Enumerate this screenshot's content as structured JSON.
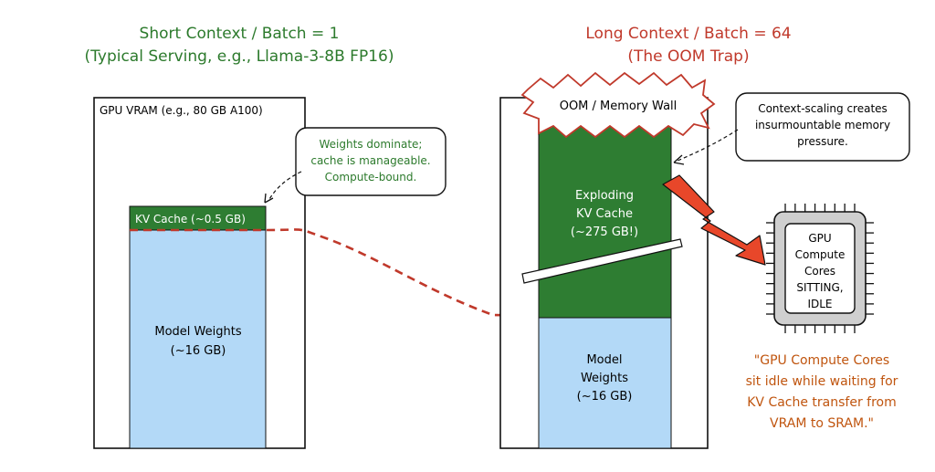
{
  "left_panel": {
    "title_line1": "Short Context / Batch = 1",
    "title_line2": "(Typical Serving, e.g., Llama-3-8B FP16)",
    "vram_label": "GPU VRAM (e.g., 80 GB A100)",
    "kv_cache_label": "KV Cache (~0.5 GB)",
    "weights_line1": "Model Weights",
    "weights_line2": "(~16 GB)",
    "note_lines": [
      "Weights dominate;",
      "cache is manageable.",
      "Compute-bound."
    ]
  },
  "right_panel": {
    "title_line1": "Long Context / Batch = 64",
    "title_line2": "(The OOM Trap)",
    "oom_label": "OOM / Memory Wall",
    "kv_cache_lines": [
      "Exploding",
      "KV Cache",
      "(~275 GB!)"
    ],
    "weights_lines": [
      "Model",
      "Weights",
      "(~16 GB)"
    ],
    "note_lines": [
      "Context-scaling creates",
      "insurmountable memory",
      "pressure."
    ]
  },
  "chip": {
    "lines": [
      "GPU",
      "Compute",
      "Cores",
      "SITTING,",
      "IDLE"
    ]
  },
  "quote": {
    "lines": [
      "\"GPU Compute Cores",
      "sit idle while waiting for",
      "KV Cache transfer from",
      "VRAM to SRAM.\""
    ]
  },
  "colors": {
    "green_title": "#2c7a2c",
    "red_title": "#c0392b",
    "kv_green": "#2e7d32",
    "weights_blue": "#b3d9f7",
    "bolt_red": "#e8472a",
    "quote_orange": "#c0550f",
    "dashed_red": "#c0392b"
  }
}
